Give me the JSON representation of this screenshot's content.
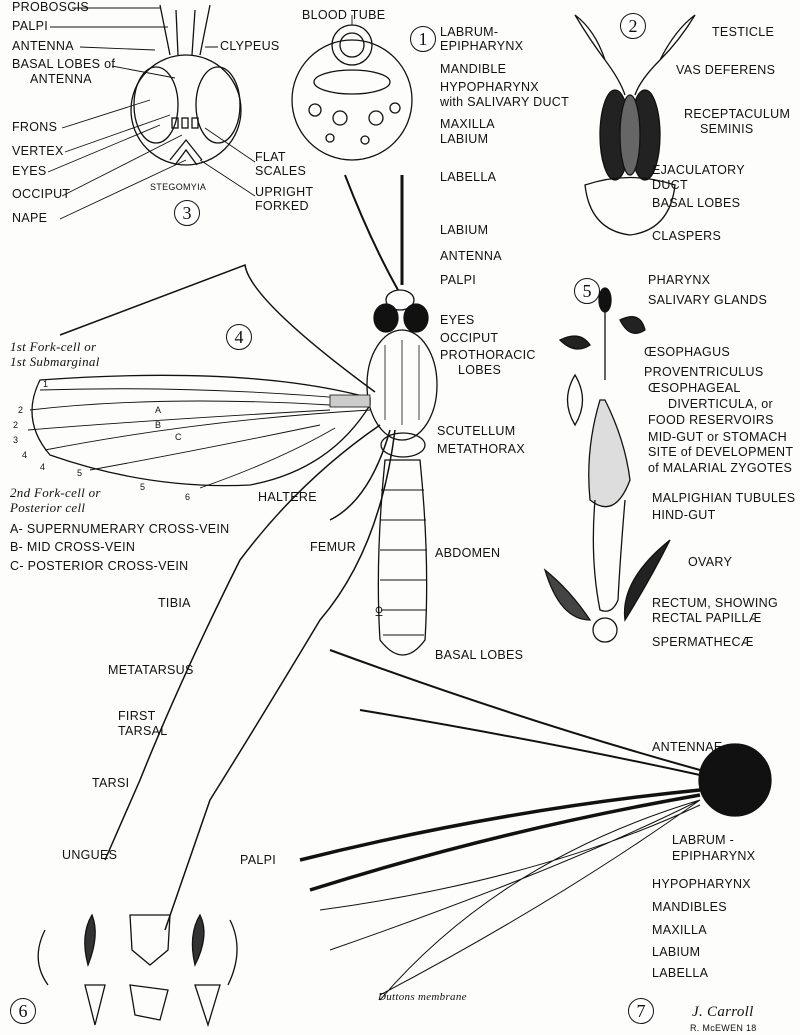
{
  "figures": [
    "1",
    "2",
    "3",
    "4",
    "5",
    "6",
    "7"
  ],
  "panel3": {
    "proboscis": "PROBOSCIS",
    "palpi": "PALPI",
    "antenna": "ANTENNA",
    "basal_lobes_of": "BASAL LOBES of",
    "antenna2": "ANTENNA",
    "frons": "FRONS",
    "vertex": "VERTEX",
    "eyes": "EYES",
    "occiput": "OCCIPUT",
    "nape": "NAPE",
    "clypeus": "CLYPEUS",
    "flat": "FLAT",
    "scales": "SCALES",
    "upright": "UPRIGHT",
    "forked": "FORKED",
    "stegomyia": "STEGOMYIA"
  },
  "panel1": {
    "blood_tube": "BLOOD TUBE",
    "labrum": "LABRUM-",
    "epipharynx": "EPIPHARYNX",
    "mandible": "MANDIBLE",
    "hypopharynx": "HYPOPHARYNX",
    "salivary": "with SALIVARY DUCT",
    "maxilla": "MAXILLA",
    "labium": "LABIUM"
  },
  "panel2": {
    "testicle": "TESTICLE",
    "vas": "VAS DEFERENS",
    "recept": "RECEPTACULUM",
    "seminis": "SEMINIS",
    "ejac": "EJACULATORY",
    "duct": "DUCT",
    "basal": "BASAL LOBES",
    "claspers": "CLASPERS"
  },
  "body": {
    "labella": "LABELLA",
    "labium": "LABIUM",
    "antenna": "ANTENNA",
    "palpi": "PALPI",
    "eyes": "EYES",
    "occiput": "OCCIPUT",
    "prothoracic": "PROTHORACIC",
    "lobes": "LOBES",
    "scutellum": "SCUTELLUM",
    "metathorax": "METATHORAX",
    "haltere": "HALTERE",
    "femur": "FEMUR",
    "abdomen": "ABDOMEN",
    "female": "♀",
    "basal_lobes": "BASAL LOBES",
    "tibia": "TIBIA",
    "metatarsus": "METATARSUS",
    "first": "FIRST",
    "tarsal": "TARSAL",
    "tarsi": "TARSI",
    "ungues": "UNGUES"
  },
  "wing": {
    "fork1a": "1st Fork-cell or",
    "fork1b": "1st Submarginal",
    "fork2a": "2nd Fork-cell or",
    "fork2b": "Posterior cell",
    "veins": [
      "1",
      "2",
      "2",
      "3",
      "4",
      "4",
      "5",
      "5",
      "6"
    ],
    "A": "A",
    "B": "B",
    "C": "C",
    "legend": [
      "A- SUPERNUMERARY CROSS-VEIN",
      "B- MID CROSS-VEIN",
      "C- POSTERIOR CROSS-VEIN"
    ]
  },
  "panel5": {
    "pharynx": "PHARYNX",
    "salivary": "SALIVARY GLANDS",
    "oesophagus": "ŒSOPHAGUS",
    "provent": "PROVENTRICULUS",
    "oesoph": "ŒSOPHAGEAL",
    "divert": "DIVERTICULA, or",
    "food": "FOOD RESERVOIRS",
    "midgut": "MID-GUT or STOMACH",
    "site": "SITE of DEVELOPMENT",
    "zygotes": "of MALARIAL ZYGOTES",
    "malp": "MALPIGHIAN TUBULES",
    "hind": "HIND-GUT",
    "ovary": "OVARY",
    "rectum": "RECTUM, SHOWING",
    "papillae": "RECTAL PAPILLÆ",
    "sperm": "SPERMATHECÆ"
  },
  "panel7": {
    "antennae": "ANTENNAE",
    "labrum": "LABRUM -",
    "epipharynx": "EPIPHARYNX",
    "hypopharynx": "HYPOPHARYNX",
    "mandibles": "MANDIBLES",
    "maxilla": "MAXILLA",
    "labium": "LABIUM",
    "labella": "LABELLA",
    "palpi": "PALPI",
    "duttons": "Duttons membrane"
  },
  "signature": {
    "line1": "J. Carroll",
    "line2": "R. McEWEN 18"
  }
}
